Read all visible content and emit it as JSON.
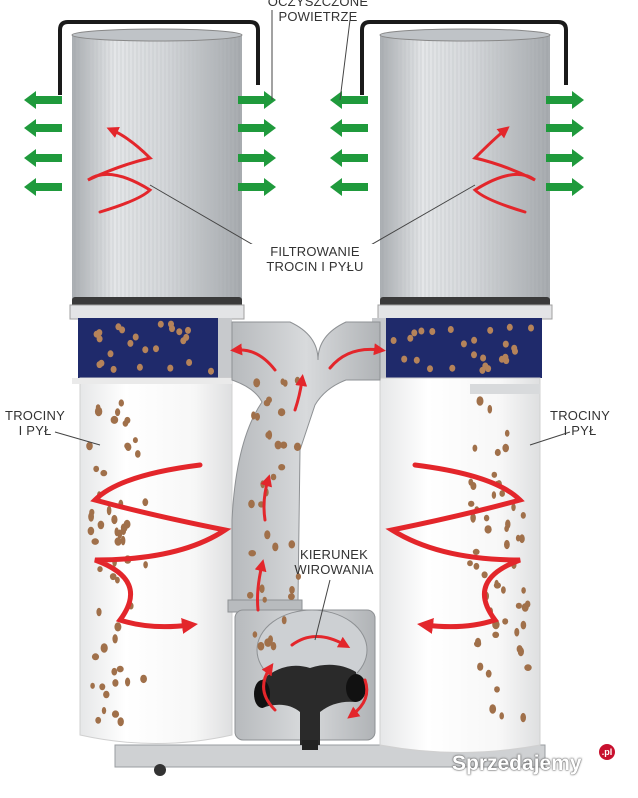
{
  "labels": {
    "clean_air_line1": "OCZYSZCZONE",
    "clean_air_line2": "POWIETRZE",
    "filtering_line1": "FILTROWANIE",
    "filtering_line2": "TROCIN I PYŁU",
    "sawdust_left_line1": "TROCINY",
    "sawdust_left_line2": "I PYŁ",
    "sawdust_right_line1": "TROCINY",
    "sawdust_right_line2": "I PYŁ",
    "swirl_line1": "KIERUNEK",
    "swirl_line2": "WIROWANIA"
  },
  "watermark": {
    "text": "Sprzedajemy",
    "tld": ".pl"
  },
  "colors": {
    "airflow_arrow": "#1f9a3c",
    "swirl_arrow": "#e3262b",
    "dust": "#a0704a",
    "collar": "#1f2a6b",
    "filter": "#d9dcdf",
    "bag": "#ffffff",
    "metal": "#c9cccf"
  }
}
